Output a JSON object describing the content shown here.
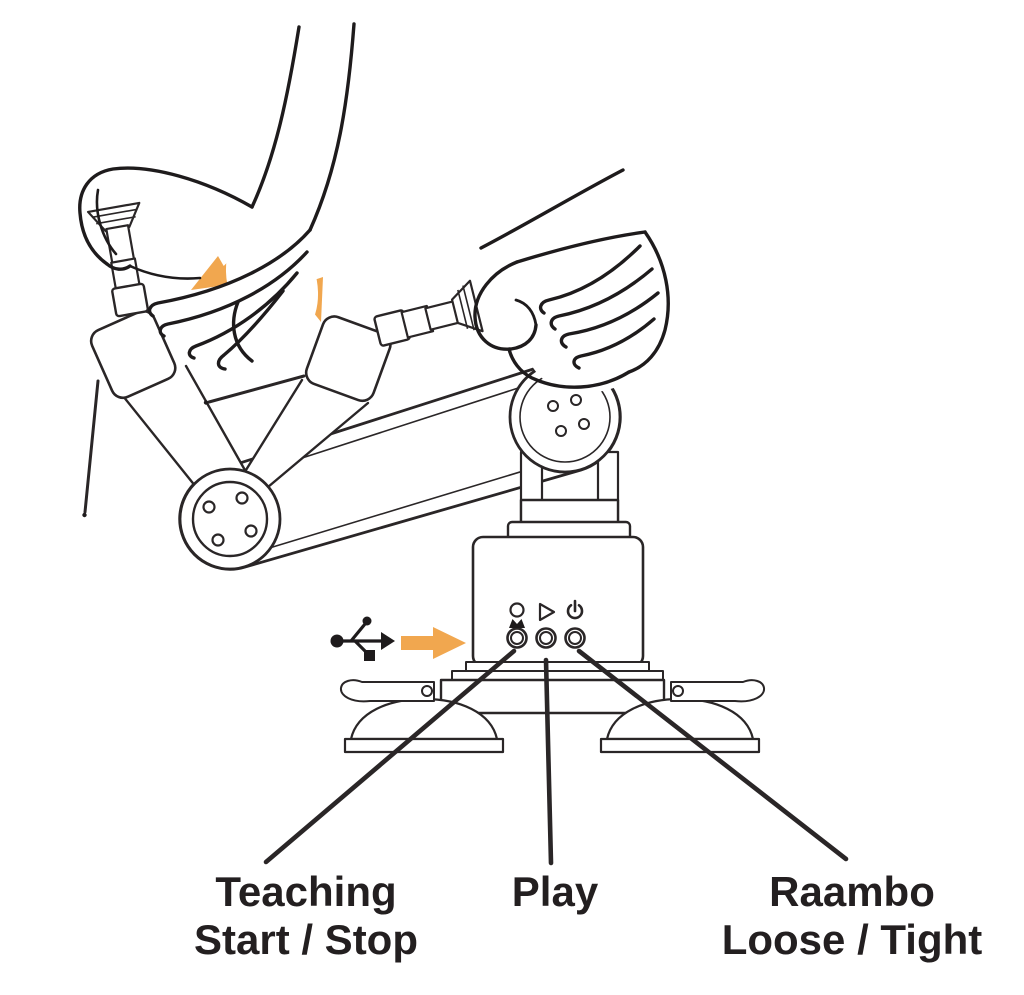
{
  "figure": {
    "type": "robot-arm-direct-teaching-diagram",
    "callouts": {
      "teaching": {
        "line1": "Teaching",
        "line2": "Start / Stop"
      },
      "play": {
        "line1": "Play"
      },
      "raambo": {
        "line1": "Raambo",
        "line2": "Loose / Tight"
      }
    },
    "buttons": [
      {
        "id": "teaching-button",
        "icon": "record-circle-icon"
      },
      {
        "id": "play-button",
        "icon": "play-triangle-icon"
      },
      {
        "id": "power-button",
        "icon": "power-icon"
      }
    ],
    "port": {
      "icon": "usb-icon"
    },
    "arrows": {
      "swing": "curved-double-arrow",
      "usb": "right-arrow"
    },
    "colors": {
      "accent": "#F1A74F",
      "line": "#2A2627",
      "text": "#231F20",
      "background": "#FFFFFF"
    }
  }
}
